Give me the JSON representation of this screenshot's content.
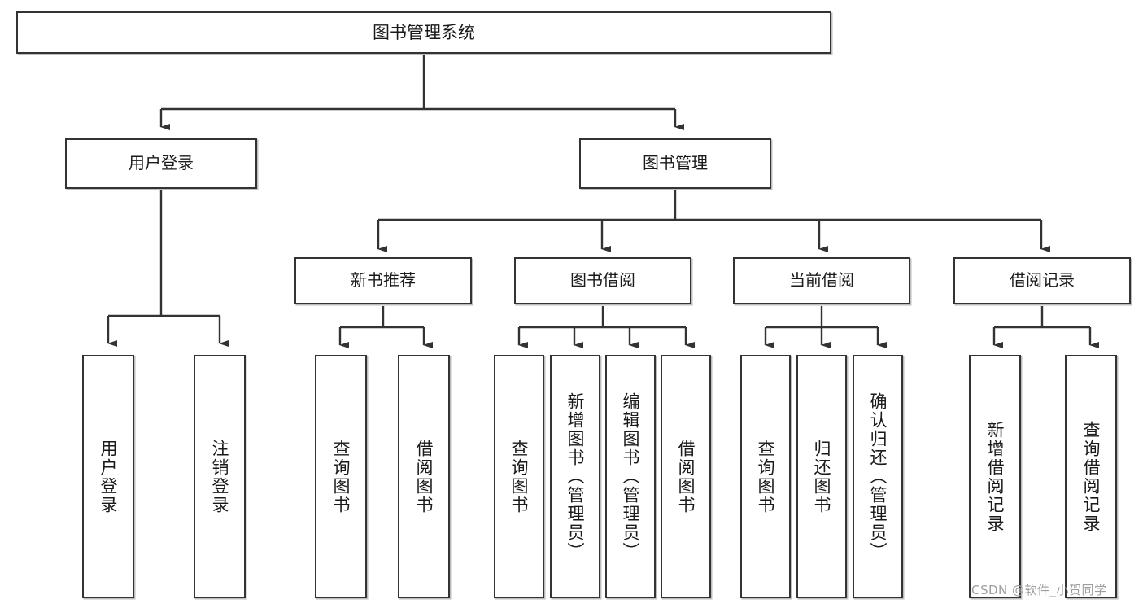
{
  "diagram": {
    "type": "tree",
    "title": "图书管理系统",
    "watermark": "CSDN @软件_小贺同学",
    "colors": {
      "box_border": "#333333",
      "box_fill": "#ffffff",
      "edge": "#333333",
      "shadow": "#bdbdbd",
      "watermark": "#9e9e9e"
    },
    "nodes": {
      "root": {
        "label": "图书管理系统"
      },
      "level2": [
        {
          "label": "用户登录"
        },
        {
          "label": "图书管理"
        }
      ],
      "level3": [
        {
          "label": "新书推荐"
        },
        {
          "label": "图书借阅"
        },
        {
          "label": "当前借阅"
        },
        {
          "label": "借阅记录"
        }
      ],
      "leaves": {
        "user_login": [
          {
            "label": "用户登录"
          },
          {
            "label": "注销登录"
          }
        ],
        "new_book_recommend": [
          {
            "label": "查询图书"
          },
          {
            "label": "借阅图书"
          }
        ],
        "book_borrow": [
          {
            "label": "查询图书"
          },
          {
            "label": "新增图书（管理员）"
          },
          {
            "label": "编辑图书（管理员）"
          },
          {
            "label": "借阅图书"
          }
        ],
        "current_borrow": [
          {
            "label": "查询图书"
          },
          {
            "label": "归还图书"
          },
          {
            "label": "确认归还（管理员）"
          }
        ],
        "borrow_record": [
          {
            "label": "新增借阅记录"
          },
          {
            "label": "查询借阅记录"
          }
        ]
      }
    }
  }
}
